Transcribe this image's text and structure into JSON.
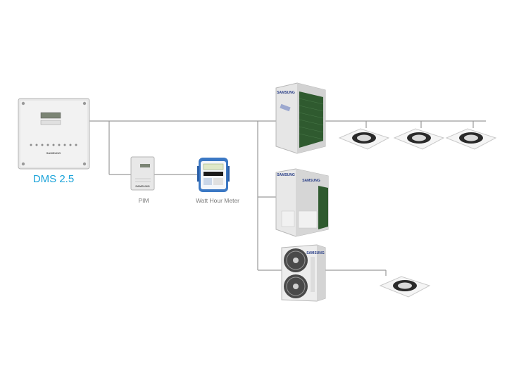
{
  "labels": {
    "dms": "DMS 2.5",
    "pim": "PIM",
    "watt_meter": "Watt Hour Meter"
  },
  "brand": {
    "name": "SAMSUNG"
  },
  "colors": {
    "line": "#9a9a9a",
    "dms_label": "#1aa3d9",
    "unit_body": "#eeeeee",
    "brand_blue": "#2a3f88",
    "meter_blue": "#3b78c4",
    "coil_green": "#2f5a2f"
  },
  "icons": [
    "dms-controller-icon",
    "pim-module-icon",
    "watt-meter-icon",
    "outdoor-unit-icon",
    "cassette-unit-icon"
  ]
}
